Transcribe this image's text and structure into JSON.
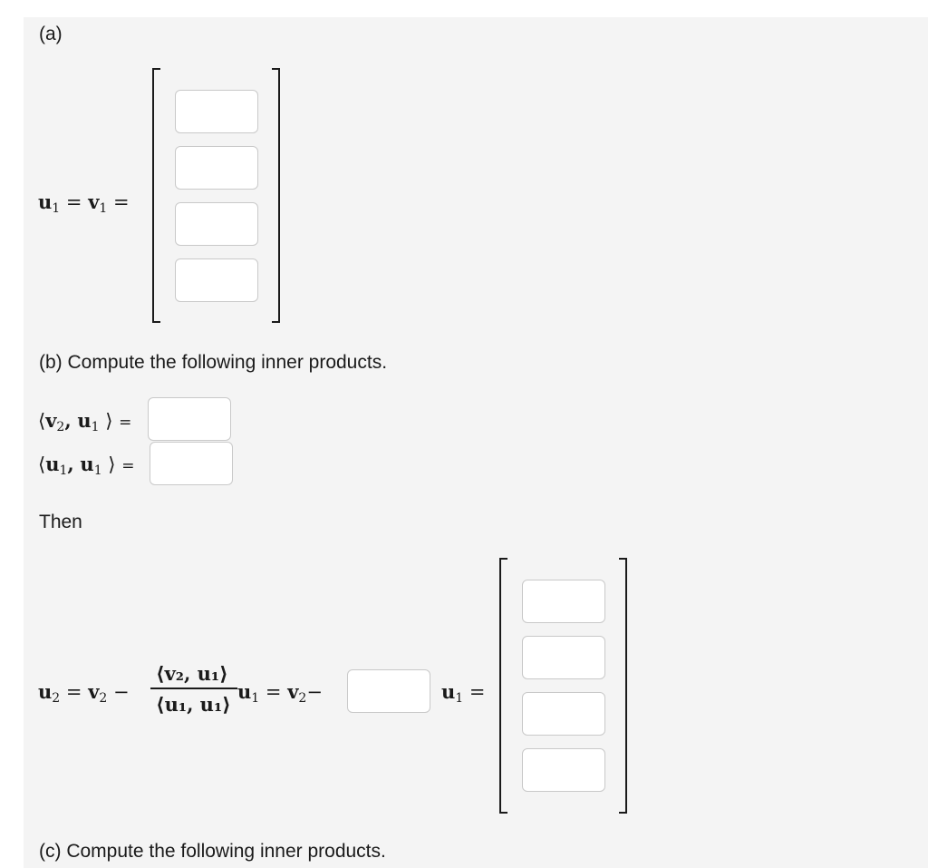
{
  "part_a": {
    "label": "(a)",
    "equation": {
      "u": "u",
      "u_sub": "1",
      "eq1": "=",
      "v": "v",
      "v_sub": "1",
      "eq2": "="
    },
    "vector_entries": [
      "",
      "",
      "",
      ""
    ]
  },
  "part_b": {
    "label": "(b) Compute the following inner products.",
    "ip_v2_u1": {
      "open": "⟨",
      "a": "v",
      "a_sub": "2",
      "comma": ",",
      "b": "u",
      "b_sub": "1",
      "close": "⟩",
      "eq": "=",
      "value": ""
    },
    "ip_u1_u1": {
      "open": "⟨",
      "a": "u",
      "a_sub": "1",
      "comma": ",",
      "b": "u",
      "b_sub": "1",
      "close": "⟩",
      "eq": "=",
      "value": ""
    },
    "then_label": "Then",
    "u2_equation": {
      "lhs": "u",
      "lhs_sub": "2",
      "eq": "=",
      "v": "v",
      "v_sub": "2",
      "minus": "−",
      "num": "⟨v₂, u₁⟩",
      "den": "⟨u₁, u₁⟩",
      "u": "u",
      "u_sub": "1",
      "eq2": "=",
      "v2": "v",
      "v2_sub": "2",
      "minus2": "−",
      "coef_value": "",
      "u3": "u",
      "u3_sub": "1",
      "eq3": "="
    },
    "result_entries": [
      "",
      "",
      "",
      ""
    ]
  },
  "part_c": {
    "label": "(c) Compute the following inner products."
  }
}
